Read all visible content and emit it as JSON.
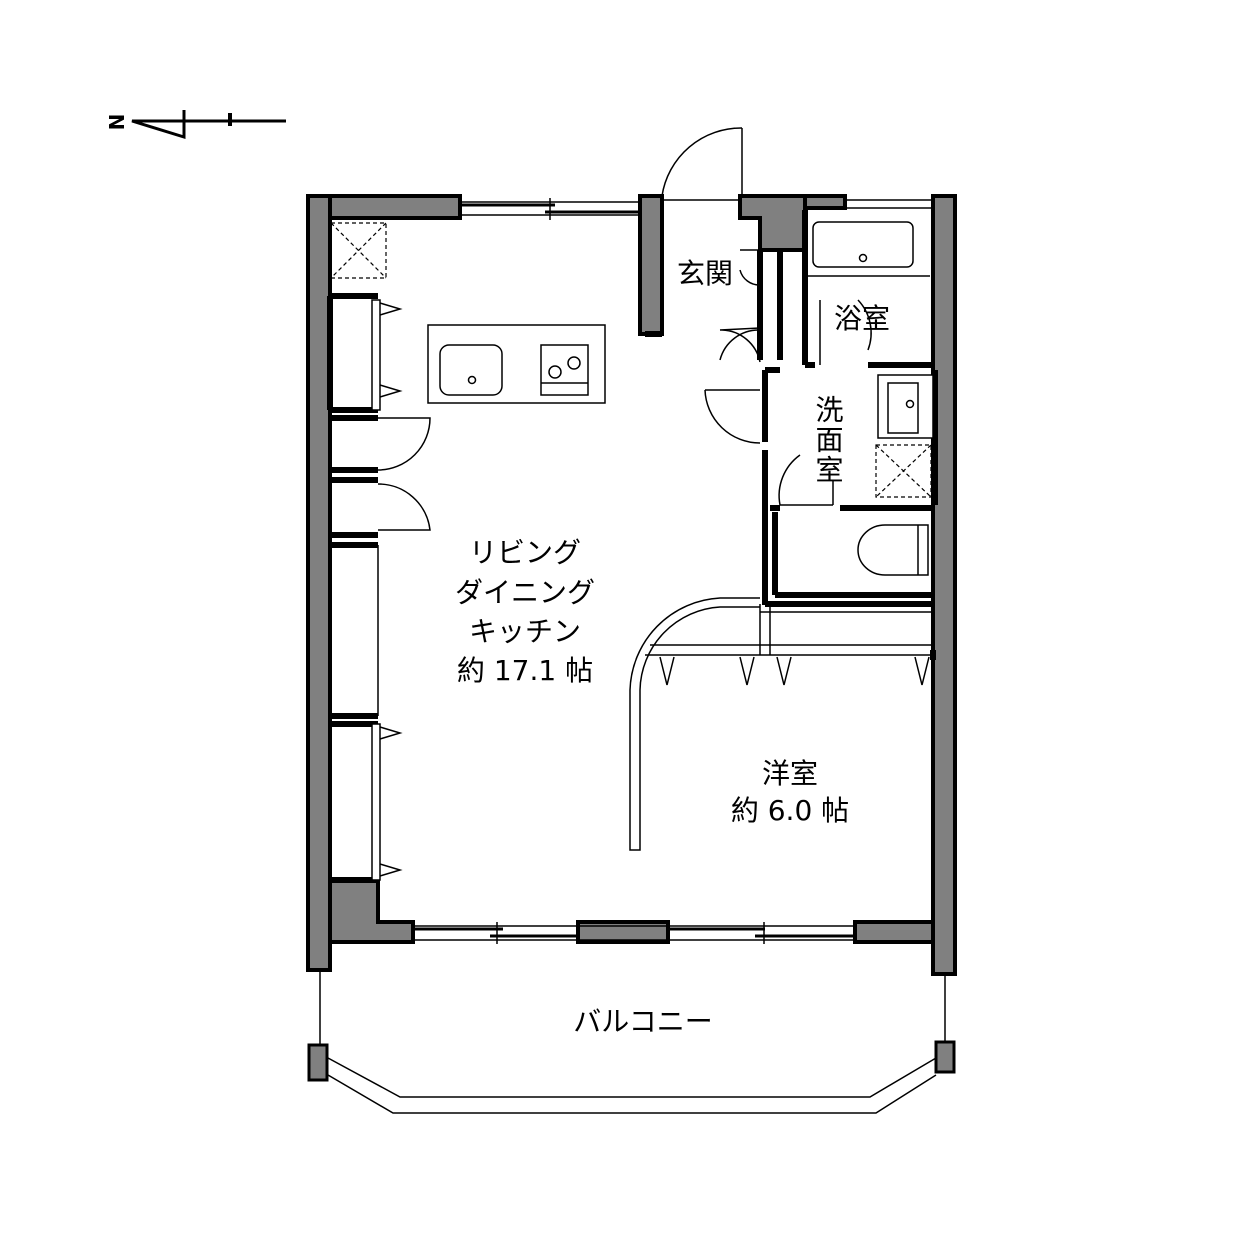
{
  "compass": {
    "north_label": "N"
  },
  "rooms": {
    "entrance": "玄関",
    "bathroom": "浴室",
    "washroom": "洗面室",
    "ldk": {
      "line1": "リビング",
      "line2": "ダイニング",
      "line3": "キッチン",
      "area": "約 17.1 帖"
    },
    "western_room": {
      "name": "洋室",
      "area": "約 6.0 帖"
    },
    "balcony": "バルコニー"
  },
  "colors": {
    "wall": "#808080",
    "line": "#000000",
    "background": "#ffffff"
  }
}
